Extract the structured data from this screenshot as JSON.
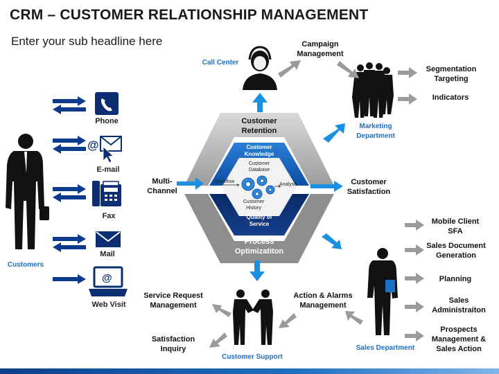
{
  "header": {
    "title": "CRM – CUSTOMER RELATIONSHIP MANAGEMENT",
    "subtitle": "Enter your sub headline here"
  },
  "colors": {
    "primary_blue": "#1f6fc1",
    "navy": "#0c2f73",
    "hex_gray": "#b0b0b0",
    "arrow_gray": "#9a9a9a"
  },
  "channels": [
    {
      "label": "Phone",
      "icon": "phone-icon"
    },
    {
      "label": "E-mail",
      "icon": "email-icon"
    },
    {
      "label": "Fax",
      "icon": "fax-icon"
    },
    {
      "label": "Mail",
      "icon": "mail-icon"
    },
    {
      "label": "Web Visit",
      "icon": "laptop-icon"
    }
  ],
  "customers_label": "Customers",
  "multichannel_label": "Multi-\nChannel",
  "hexagon": {
    "top": "Customer\nRetention",
    "bottom": "Process\nOptimizatiton",
    "inner_top": "Customer\nKnowledge",
    "inner_bottom": "Quality of\nService",
    "database": "Customer\nDatabase",
    "history": "Customer\nHistory",
    "workflow": "Workflow",
    "analysis": "Analysis"
  },
  "call_center": "Call Center",
  "campaign": "Campaign\nManagement",
  "marketing": {
    "label": "Marketing\nDepartment",
    "items": [
      "Segmentation\nTargeting",
      "Indicators"
    ]
  },
  "customer_satisfaction": "Customer\nSatisfaction",
  "sales": {
    "label": "Sales Department",
    "items": [
      "Mobile Client\nSFA",
      "Sales Document\nGeneration",
      "Planning",
      "Sales\nAdministraiton",
      "Prospects\nManagement &\nSales Action"
    ]
  },
  "support": {
    "label": "Customer Support",
    "service_request": "Service Request\nManagement",
    "satisfaction_inquiry": "Satisfaction\nInquiry",
    "action_alarms": "Action & Alarms\nManagement"
  }
}
